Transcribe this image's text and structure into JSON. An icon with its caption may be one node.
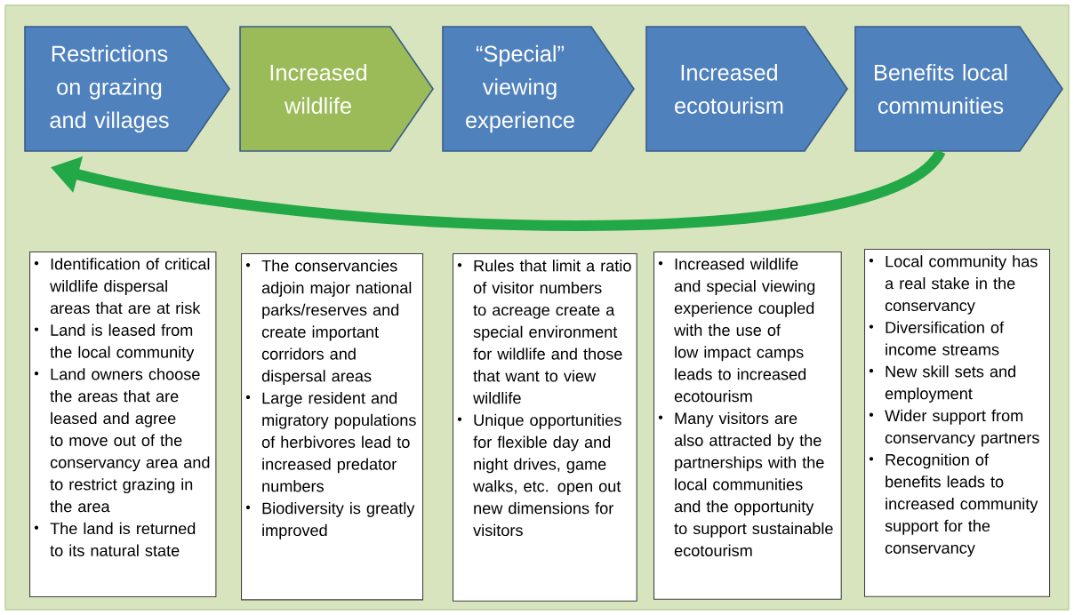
{
  "diagram": {
    "nodes": [
      {
        "text": [
          "Restrictions on grazing and villages"
        ]
      },
      {
        "text": [
          "Increased wildlife"
        ]
      },
      {
        "text": [
          "“Special” viewing experience"
        ]
      },
      {
        "text": [
          "Increased ecotourism"
        ]
      },
      {
        "text": [
          "Benefits local communities"
        ]
      },
      {
        "text": [
          "Identification of critical wildlife dispersal areas that are at risk",
          "Land is leased from the local community",
          "Land owners choose the areas that are leased and agree to move out of the conservancy area and to restrict grazing in the area",
          "The land is returned to its natural state"
        ]
      },
      {
        "text": [
          "The conservancies adjoin major national parks/reserves and create important corridors and dispersal areas",
          "Large resident and migratory populations of herbivores lead to increased predator numbers",
          "Biodiversity is greatly improved"
        ]
      },
      {
        "text": [
          "Rules that limit a ratio of visitor numbers to acreage create a special environment for wildlife and those that want to view wildlife",
          "Unique opportunities for flexible day and night drives, game walks, etc. open out new dimensions for visitors"
        ]
      },
      {
        "text": [
          "Increased wildlife and special viewing experience coupled with the use of low impact camps leads to increased ecotourism",
          "Many visitors are also attracted by the partnerships with the local communities and the opportunity to support sustainable ecotourism"
        ]
      },
      {
        "text": [
          "Local community has a real stake in the conservancy",
          "Diversification of income streams",
          "New skill sets and employment",
          "Wider support from conservancy partners",
          "Recognition of benefits leads to increased community support for the conservancy"
        ]
      }
    ],
    "edges": [
      {
        "from": 4,
        "to": 0,
        "arrow": "to"
      }
    ]
  }
}
